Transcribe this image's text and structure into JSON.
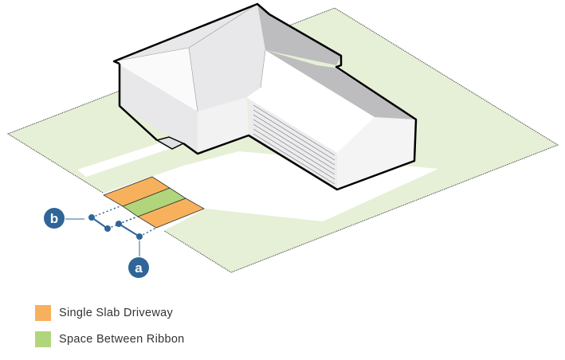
{
  "colors": {
    "lawn": "#e6f0d6",
    "slab": "#f7b15c",
    "ribbon_gap": "#b1d57b",
    "marker": "#2f6598",
    "roof_light": "#e8e8ea",
    "roof_shadow": "#bdbdbf"
  },
  "labels": {
    "a": "a",
    "b": "b"
  },
  "legend": [
    {
      "label": "Single Slab Driveway",
      "color": "#f7b15c"
    },
    {
      "label": "Space Between Ribbon",
      "color": "#b1d57b"
    }
  ]
}
